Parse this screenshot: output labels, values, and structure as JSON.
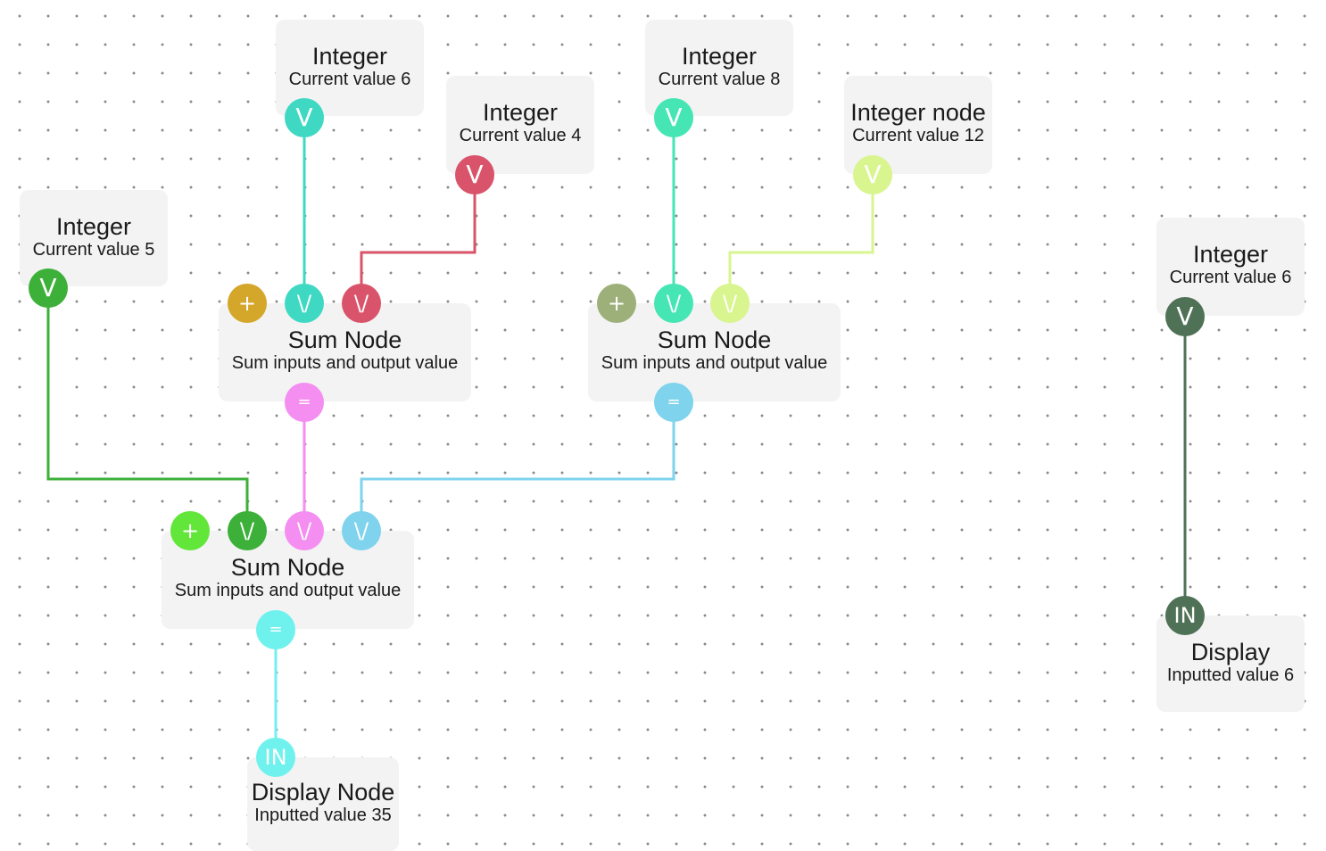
{
  "colors": {
    "teal": "#3fd9c3",
    "red": "#d9546a",
    "mint": "#45e6b4",
    "lime": "#d8f58f",
    "green": "#3db03a",
    "olive": "#d4a62a",
    "sage": "#9db07a",
    "pink": "#f48ef0",
    "lightblue": "#7fd3ed",
    "brightgreen": "#62e63a",
    "cyan": "#6ff2ee",
    "darkgreen": "#4f7256"
  },
  "nodes": {
    "int1": {
      "title": "Integer",
      "sub": "Current value 6"
    },
    "int2": {
      "title": "Integer",
      "sub": "Current value 4"
    },
    "int3": {
      "title": "Integer",
      "sub": "Current value 8"
    },
    "int4": {
      "title": "Integer node",
      "sub": "Current value 12"
    },
    "int5": {
      "title": "Integer",
      "sub": "Current value 5"
    },
    "int6": {
      "title": "Integer",
      "sub": "Current value 6"
    },
    "sum1": {
      "title": "Sum Node",
      "sub": "Sum inputs and output value"
    },
    "sum2": {
      "title": "Sum Node",
      "sub": "Sum inputs and output value"
    },
    "sum3": {
      "title": "Sum Node",
      "sub": "Sum inputs and output value"
    },
    "disp1": {
      "title": "Display Node",
      "sub": "Inputted value 35"
    },
    "disp2": {
      "title": "Display",
      "sub": "Inputted value 6"
    }
  },
  "ports": {
    "value": "V",
    "input": "\\/",
    "add": "+",
    "output": "=",
    "display_in": "IN"
  }
}
